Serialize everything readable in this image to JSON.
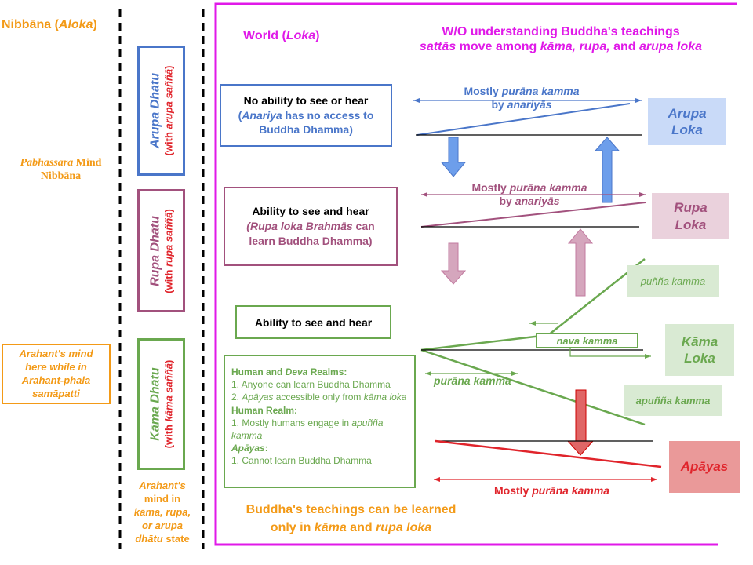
{
  "left": {
    "nibbana_title_prefix": "Nibbāna (",
    "nibbana_title_em": "Aloka",
    "nibbana_title_suffix": ")",
    "pabhassara_em": "Pabhassara",
    "pabhassara_rest": " Mind",
    "pabhassara_line2": "Nibbāna",
    "arahant_box": [
      "Arahant's mind",
      "here while in",
      "Arahant-phala",
      "samāpatti"
    ]
  },
  "dhatu": {
    "arupa": {
      "name": "Arupa Dhātu",
      "sub_prefix": "(with ",
      "sub_em": "arupa saññā",
      "sub_suffix": ")"
    },
    "rupa": {
      "name": "Rupa Dhātu",
      "sub_prefix": "(with ",
      "sub_em": "rupa saññā",
      "sub_suffix": ")"
    },
    "kama": {
      "name": "Kāma Dhātu",
      "sub_prefix": "(with ",
      "sub_em": "kāma saññā",
      "sub_suffix": ")"
    },
    "arahant_note": [
      "Arahant's",
      "mind in",
      "kāma, rupa,",
      "or arupa",
      "dhātu",
      "state"
    ]
  },
  "header": {
    "world_prefix": "World (",
    "world_em": "Loka",
    "world_suffix": ")",
    "wo_line1": "W/O understanding Buddha's teachings",
    "wo_line2_a": "sattās",
    "wo_line2_b": " move among ",
    "wo_line2_c": "kāma, rupa,",
    "wo_line2_d": " and ",
    "wo_line2_e": "arupa loka"
  },
  "boxes": {
    "arupa_line1": "No ability to see or hear",
    "arupa_line2_paren": "(",
    "arupa_line2_em": "Anariya",
    "arupa_line2_rest": " has no access to",
    "arupa_line3": "Buddha Dhamma)",
    "rupa_line1": "Ability to see and hear",
    "rupa_line2_em": "(Rupa loka Brahmās",
    "rupa_line2_rest": " can",
    "rupa_line3": "learn Buddha Dhamma)",
    "kama_line1": "Ability to see and hear",
    "realm_h1_a": "Human and ",
    "realm_h1_em": "Deva",
    "realm_h1_b": " Realms:",
    "realm_1": "1. Anyone can learn Buddha Dhamma",
    "realm_2_a": "2. ",
    "realm_2_em": "Apāyas",
    "realm_2_b": " accessible only from ",
    "realm_2_em2": "kāma loka",
    "realm_h2": "Human Realm:",
    "realm_3_a": "1. Mostly humans engage in ",
    "realm_3_em": "apuñña kamma",
    "realm_h3_em": "Apāyas",
    "realm_h3_b": ":",
    "realm_4": "1. Cannot learn Buddha Dhamma"
  },
  "kamma": {
    "arupa_mostly": "Mostly ",
    "arupa_purana": "purāna kamma",
    "arupa_by": "by ",
    "arupa_anariyas": "anariyās",
    "rupa_mostly": "Mostly ",
    "rupa_purana": "purāna kamma",
    "rupa_by": "by ",
    "rupa_anariyas": "anariyās",
    "punna": "puñña kamma",
    "nava": "nava kamma",
    "purana_kama": "purāna kamma",
    "apunna": "apuñña kamma",
    "apaya_mostly": "Mostly ",
    "apaya_purana": "purāna kamma"
  },
  "lokas": {
    "arupa": [
      "Arupa",
      "Loka"
    ],
    "rupa": [
      "Rupa",
      "Loka"
    ],
    "kama": [
      "Kāma",
      "Loka"
    ],
    "apayas": "Apāyas"
  },
  "footer": {
    "line1": "Buddha's teachings can be learned",
    "line2_a": "only in ",
    "line2_em": "kāma",
    "line2_b": " and ",
    "line2_em2": "rupa loka"
  },
  "colors": {
    "orange": "#f39a17",
    "magenta": "#e019e8",
    "blue": "#4a76c9",
    "mauve": "#a2517d",
    "green": "#6aa84f",
    "red": "#e0242b"
  }
}
